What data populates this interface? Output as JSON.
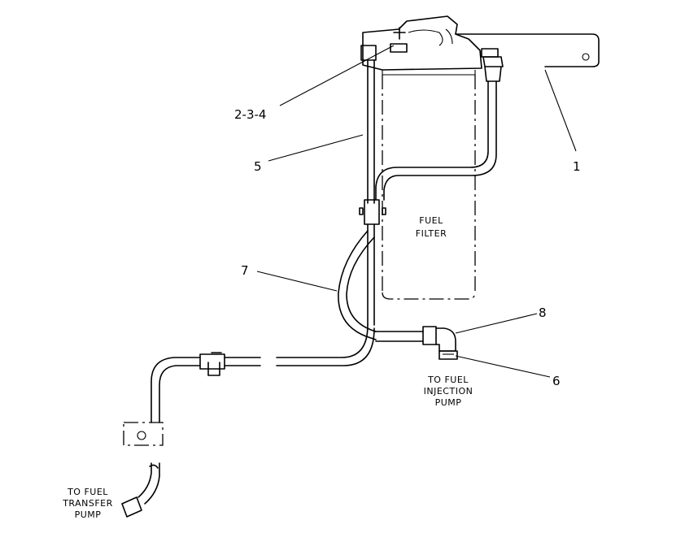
{
  "callouts": {
    "c1": "1",
    "c234": "2-3-4",
    "c5": "5",
    "c6": "6",
    "c7": "7",
    "c8": "8"
  },
  "labels": {
    "fuel_filter": [
      "FUEL",
      "FILTER"
    ],
    "injection_pump": [
      "TO FUEL",
      "INJECTION",
      "PUMP"
    ],
    "transfer_pump": [
      "TO FUEL",
      "TRANSFER",
      "PUMP"
    ]
  }
}
